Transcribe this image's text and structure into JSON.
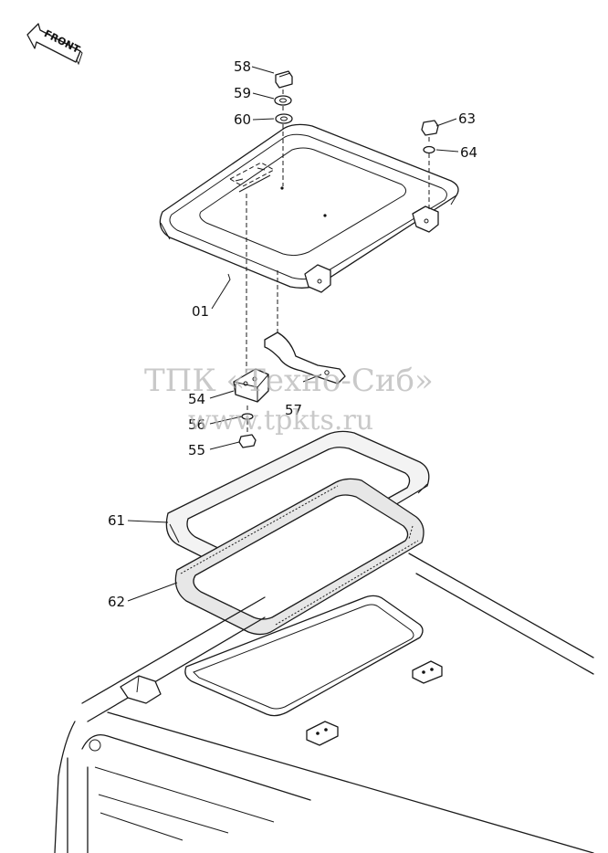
{
  "direction_arrow": {
    "label": "FRONT"
  },
  "callouts": [
    {
      "id": "58",
      "label": "58"
    },
    {
      "id": "59",
      "label": "59"
    },
    {
      "id": "60",
      "label": "60"
    },
    {
      "id": "63",
      "label": "63"
    },
    {
      "id": "64",
      "label": "64"
    },
    {
      "id": "01",
      "label": "01"
    },
    {
      "id": "54",
      "label": "54"
    },
    {
      "id": "57",
      "label": "57"
    },
    {
      "id": "56",
      "label": "56"
    },
    {
      "id": "55",
      "label": "55"
    },
    {
      "id": "61",
      "label": "61"
    },
    {
      "id": "62",
      "label": "62"
    }
  ],
  "watermark": {
    "line1": "ТПК «Техно-Сиб»",
    "line2": "www.tpkts.ru"
  }
}
